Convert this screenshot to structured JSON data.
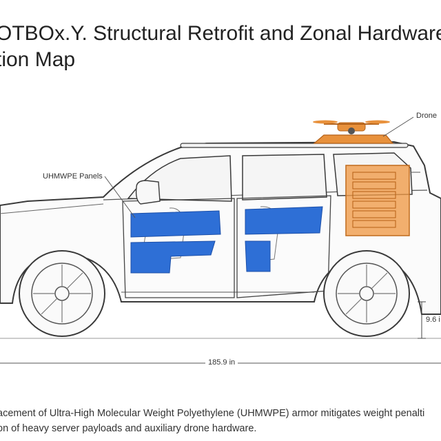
{
  "title": {
    "line1": "OTBOx.Y. Structural Retrofit and Zonal Hardware",
    "line2": "tion Map"
  },
  "callouts": {
    "drone": "Drone",
    "uhmwpe": "UHMWPE Panels",
    "height": "9.6 i",
    "length": "185.9 in"
  },
  "caption": {
    "line1": "acement of Ultra-High Molecular Weight Polyethylene (UHMWPE) armor mitigates weight penalti",
    "line2": "on of heavy server payloads and auxiliary drone hardware."
  },
  "colors": {
    "armor": "#2e6fd6",
    "payload": "#ef9a47",
    "drone": "#e8913c",
    "outline": "#3a3a3a"
  }
}
